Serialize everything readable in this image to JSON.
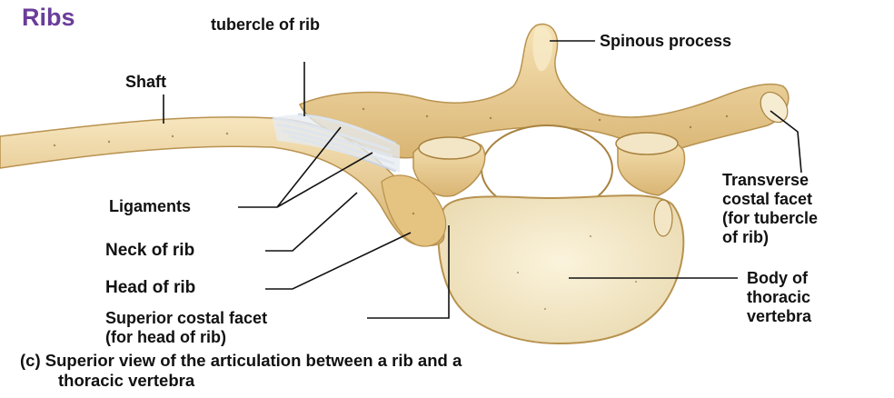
{
  "title": "Ribs",
  "labels": {
    "tubercle": "tubercle of rib",
    "shaft": "Shaft",
    "spinous": "Spinous process",
    "transverse": [
      "Transverse",
      "costal facet",
      "(for tubercle",
      "of rib)"
    ],
    "ligaments": "Ligaments",
    "neck": "Neck of rib",
    "head": "Head of rib",
    "superior": [
      "Superior costal facet",
      "(for head of rib)"
    ],
    "body": [
      "Body of",
      "thoracic",
      "vertebra"
    ]
  },
  "caption": [
    "(c) Superior view of the articulation between a rib and a",
    "thoracic vertebra"
  ],
  "colors": {
    "title": "#6a3d9a",
    "bone": "#ecd29a",
    "bone_dark": "#c9a25e",
    "cartilage": "#f6ecd2",
    "ligament": "#dfe6ee",
    "leader": "#111111"
  }
}
